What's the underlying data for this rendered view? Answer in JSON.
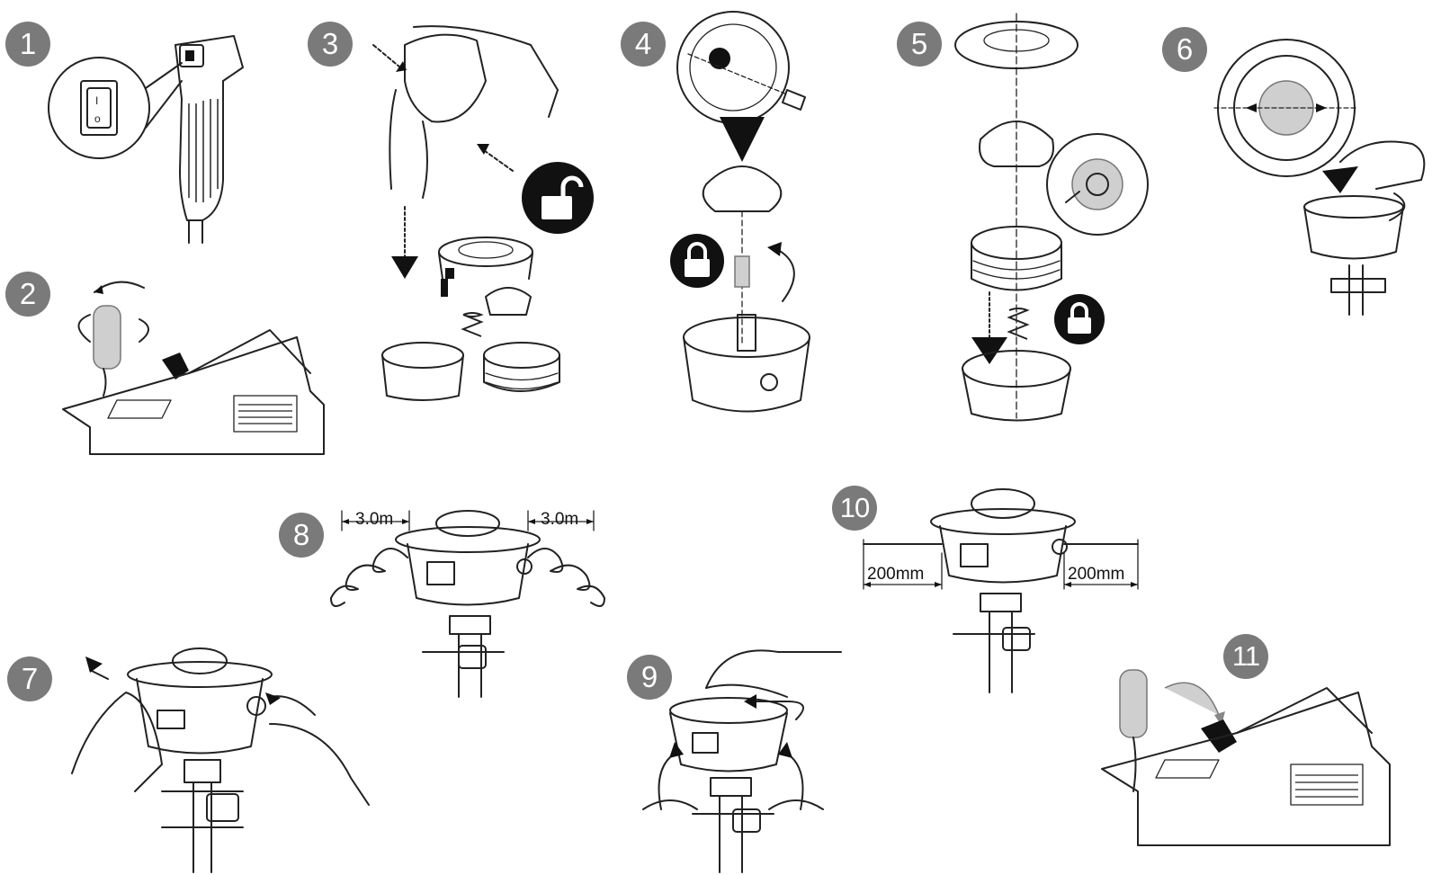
{
  "steps": [
    {
      "number": "1"
    },
    {
      "number": "2"
    },
    {
      "number": "3"
    },
    {
      "number": "4"
    },
    {
      "number": "5"
    },
    {
      "number": "6"
    },
    {
      "number": "7"
    },
    {
      "number": "8"
    },
    {
      "number": "9"
    },
    {
      "number": "10"
    },
    {
      "number": "11"
    }
  ],
  "dimensions": {
    "line_length_left": "3.0m",
    "line_length_right": "3.0m",
    "trim_left": "200mm",
    "trim_right": "200mm"
  },
  "icons": {
    "lock": "padlock-closed-icon",
    "unlock": "padlock-open-icon",
    "arrow": "direction-arrow-icon"
  }
}
